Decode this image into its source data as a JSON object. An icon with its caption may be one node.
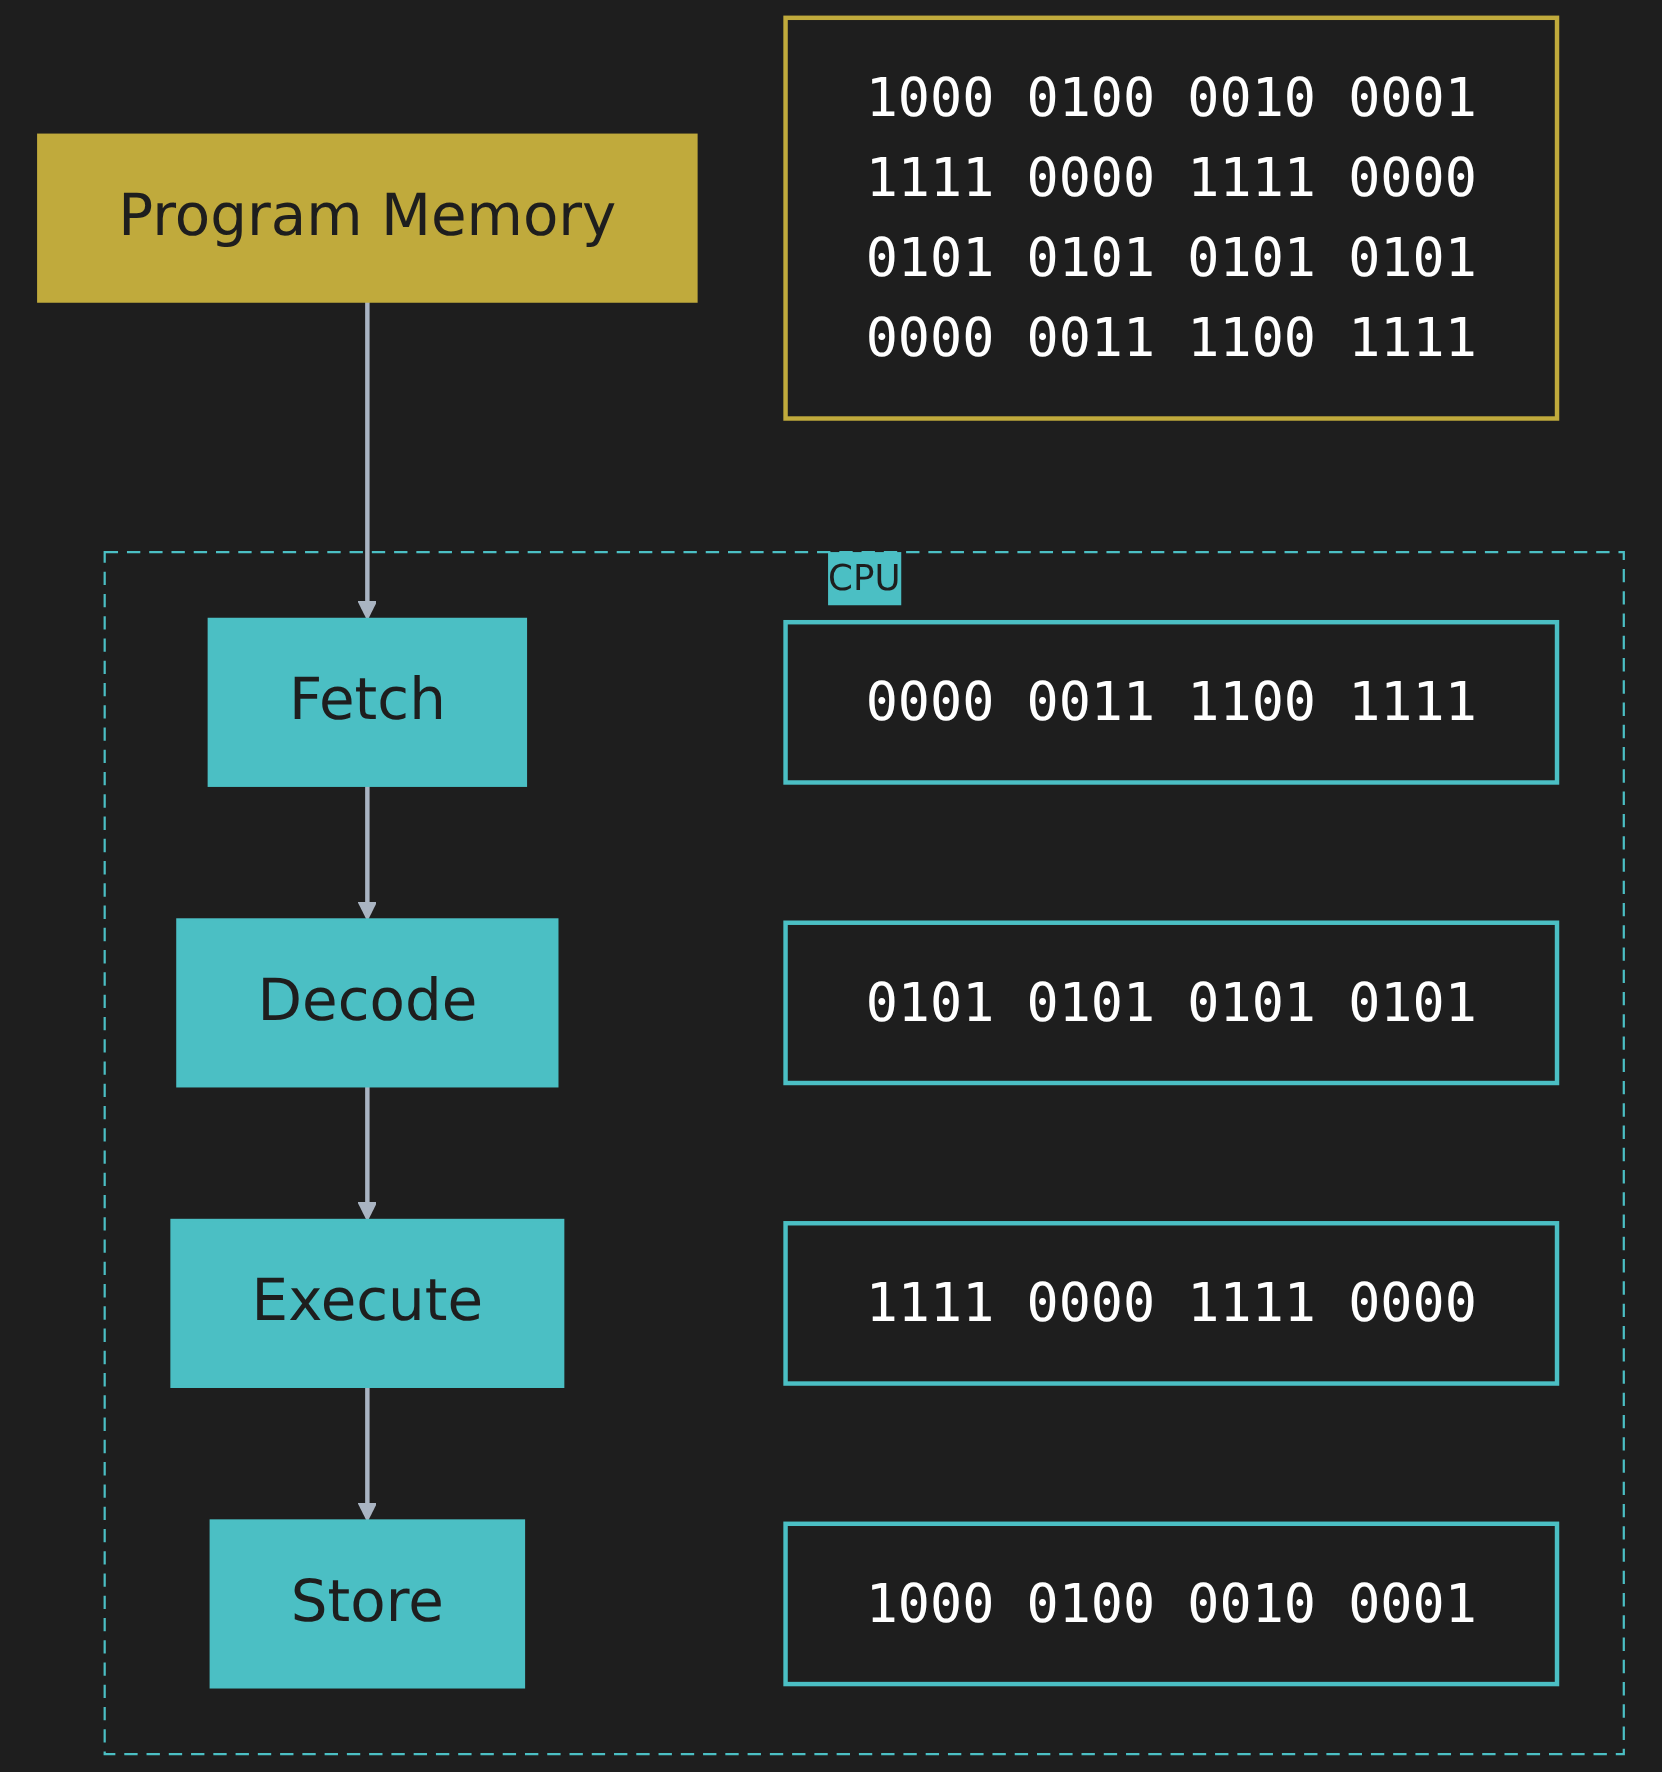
{
  "diagram": {
    "nodes": [
      {
        "text": [
          "Program Memory"
        ]
      },
      {
        "text": [
          "1000 0100 0010 0001",
          "1111 0000 1111 0000",
          "0101 0101 0101 0101",
          "0000 0011 1100 1111"
        ]
      },
      {
        "text": [
          "CPU"
        ]
      },
      {
        "text": [
          "Fetch"
        ],
        "in": 2
      },
      {
        "text": [
          "0000 0011 1100 1111"
        ],
        "in": 2
      },
      {
        "text": [
          "Decode"
        ],
        "in": 2
      },
      {
        "text": [
          "0101 0101 0101 0101"
        ],
        "in": 2
      },
      {
        "text": [
          "Execute"
        ],
        "in": 2
      },
      {
        "text": [
          "1111 0000 1111 0000"
        ],
        "in": 2
      },
      {
        "text": [
          "Store"
        ],
        "in": 2
      },
      {
        "text": [
          "1000 0100 0010 0001"
        ],
        "in": 2
      }
    ],
    "edges": [
      {
        "from": 0,
        "to": 3,
        "arrow": "to"
      },
      {
        "from": 3,
        "to": 5,
        "arrow": "to"
      },
      {
        "from": 5,
        "to": 7,
        "arrow": "to"
      },
      {
        "from": 7,
        "to": 9,
        "arrow": "to"
      }
    ]
  }
}
